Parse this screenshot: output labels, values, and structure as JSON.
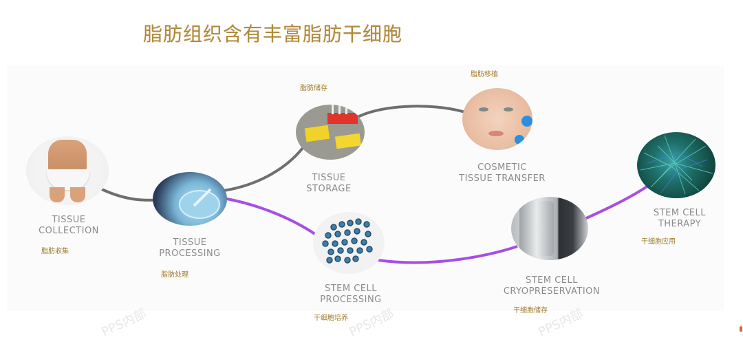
{
  "title": "脂肪组织含有丰富脂肪干细胞",
  "colors": {
    "title": "#b08a3c",
    "tissue_path": "#6e6e6e",
    "stem_cell_path": "#a64ee6",
    "label_en": "#8a8a8a",
    "label_cn": "#a07d2c"
  },
  "nodes": [
    {
      "id": "tissue-collection",
      "label_en_1": "TISSUE",
      "label_en_2": "COLLECTION",
      "label_cn": "脂肪收集",
      "image": "body-torso-photo"
    },
    {
      "id": "tissue-processing",
      "label_en_1": "TISSUE",
      "label_en_2": "PROCESSING",
      "label_cn": "脂肪处理",
      "image": "petri-dish-photo"
    },
    {
      "id": "tissue-storage",
      "label_en_1": "TISSUE",
      "label_en_2": "STORAGE",
      "label_cn": "脂肪储存",
      "image": "tube-rack-photo"
    },
    {
      "id": "cosmetic-tissue-transfer",
      "label_en_1": "COSMETIC",
      "label_en_2": "TISSUE TRANSFER",
      "label_cn": "脂肪移植",
      "image": "face-photo"
    },
    {
      "id": "stem-cell-processing",
      "label_en_1": "STEM CELL",
      "label_en_2": "PROCESSING",
      "label_cn": "干细胞培养",
      "image": "cells-illustration"
    },
    {
      "id": "stem-cell-cryopreservation",
      "label_en_1": "STEM CELL",
      "label_en_2": "CRYOPRESERVATION",
      "label_cn": "干细胞储存",
      "image": "cryo-tank-photo"
    },
    {
      "id": "stem-cell-therapy",
      "label_en_1": "STEM CELL",
      "label_en_2": "THERAPY",
      "label_cn": "干细胞应用",
      "image": "neural-network-photo"
    }
  ],
  "watermark": "PPS内部"
}
